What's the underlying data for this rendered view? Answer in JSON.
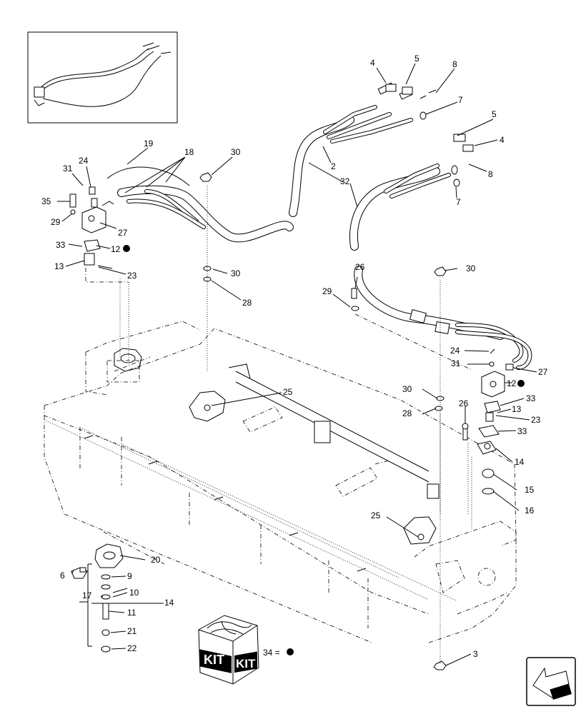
{
  "callouts": [
    {
      "id": "c4a",
      "text": "4"
    },
    {
      "id": "c5a",
      "text": "5"
    },
    {
      "id": "c8a",
      "text": "8"
    },
    {
      "id": "c7a",
      "text": "7"
    },
    {
      "id": "c5b",
      "text": "5"
    },
    {
      "id": "c4b",
      "text": "4"
    },
    {
      "id": "c8b",
      "text": "8"
    },
    {
      "id": "c7b",
      "text": "7"
    },
    {
      "id": "c2",
      "text": "2"
    },
    {
      "id": "c32",
      "text": "32"
    },
    {
      "id": "c19",
      "text": "19"
    },
    {
      "id": "c18",
      "text": "18"
    },
    {
      "id": "c30a",
      "text": "30"
    },
    {
      "id": "c31a",
      "text": "31"
    },
    {
      "id": "c24a",
      "text": "24"
    },
    {
      "id": "c35",
      "text": "35"
    },
    {
      "id": "c29a",
      "text": "29"
    },
    {
      "id": "c27a",
      "text": "27"
    },
    {
      "id": "c33a",
      "text": "33"
    },
    {
      "id": "c12a",
      "text": "12"
    },
    {
      "id": "c13a",
      "text": "13"
    },
    {
      "id": "c23a",
      "text": "23"
    },
    {
      "id": "c30b",
      "text": "30"
    },
    {
      "id": "c28a",
      "text": "28"
    },
    {
      "id": "c26a",
      "text": "26"
    },
    {
      "id": "c29b",
      "text": "29"
    },
    {
      "id": "c30c",
      "text": "30"
    },
    {
      "id": "c24b",
      "text": "24"
    },
    {
      "id": "c31b",
      "text": "31"
    },
    {
      "id": "c27b",
      "text": "27"
    },
    {
      "id": "c12b",
      "text": "12"
    },
    {
      "id": "c25a",
      "text": "25"
    },
    {
      "id": "c30d",
      "text": "30"
    },
    {
      "id": "c28b",
      "text": "28"
    },
    {
      "id": "c33b",
      "text": "33"
    },
    {
      "id": "c13b",
      "text": "13"
    },
    {
      "id": "c26b",
      "text": "26"
    },
    {
      "id": "c23b",
      "text": "23"
    },
    {
      "id": "c33c",
      "text": "33"
    },
    {
      "id": "c14a",
      "text": "14"
    },
    {
      "id": "c15",
      "text": "15"
    },
    {
      "id": "c16",
      "text": "16"
    },
    {
      "id": "c25b",
      "text": "25"
    },
    {
      "id": "c20",
      "text": "20"
    },
    {
      "id": "c6",
      "text": "6"
    },
    {
      "id": "c9",
      "text": "9"
    },
    {
      "id": "c17",
      "text": "17"
    },
    {
      "id": "c10",
      "text": "10"
    },
    {
      "id": "c14b",
      "text": "14"
    },
    {
      "id": "c11",
      "text": "11"
    },
    {
      "id": "c21",
      "text": "21"
    },
    {
      "id": "c22",
      "text": "22"
    },
    {
      "id": "c3",
      "text": "3"
    }
  ],
  "kit": {
    "label_left": "KIT",
    "label_right": "KIT",
    "legend": "34 ="
  },
  "nav_icon": "page-nav-arrow-icon"
}
